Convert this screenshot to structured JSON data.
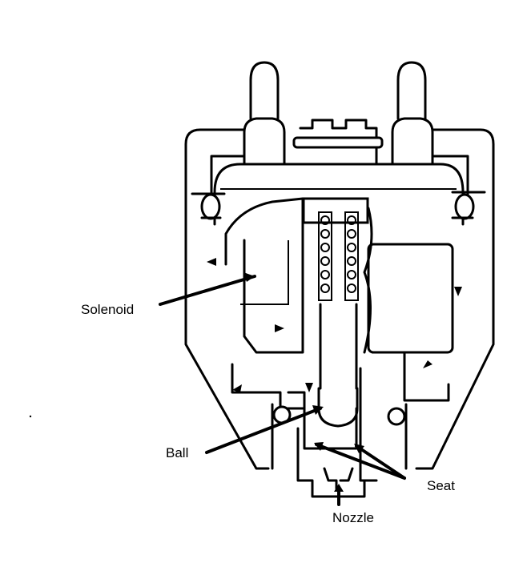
{
  "diagram": {
    "subject": "Fuel injector cross-section",
    "labels": {
      "solenoid": "Solenoid",
      "ball": "Ball",
      "seat": "Seat",
      "nozzle": "Nozzle"
    },
    "colors": {
      "ink": "#000000",
      "paper": "#ffffff"
    }
  }
}
